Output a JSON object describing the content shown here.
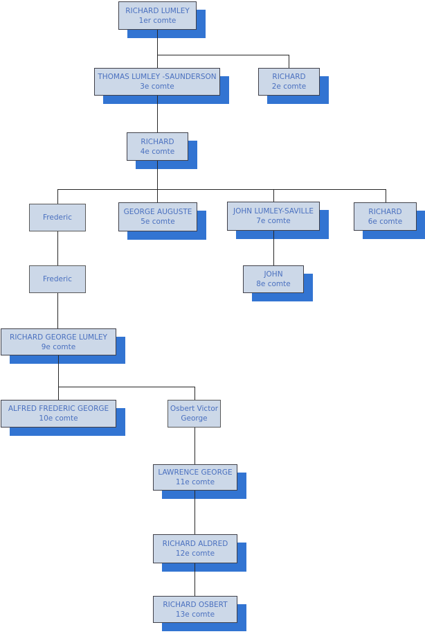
{
  "diagram": {
    "type": "family-tree-org-chart",
    "nodes": [
      {
        "id": "richard-lumley-1er",
        "name": "RICHARD LUMLEY",
        "title": "1er comte",
        "shadow": true
      },
      {
        "id": "thomas-lumley-saunderson-3e",
        "name": "THOMAS LUMLEY -SAUNDERSON",
        "title": "3e comte",
        "shadow": true
      },
      {
        "id": "richard-2e",
        "name": "RICHARD",
        "title": "2e comte",
        "shadow": true
      },
      {
        "id": "richard-4e",
        "name": "RICHARD",
        "title": "4e comte",
        "shadow": true
      },
      {
        "id": "frederic-a",
        "name": "Frederic",
        "title": "",
        "shadow": false
      },
      {
        "id": "george-auguste-5e",
        "name": "GEORGE AUGUSTE",
        "title": "5e comte",
        "shadow": true
      },
      {
        "id": "john-lumley-saville-7e",
        "name": "JOHN LUMLEY-SAVILLE",
        "title": "7e comte",
        "shadow": true
      },
      {
        "id": "richard-6e",
        "name": "RICHARD",
        "title": "6e comte",
        "shadow": true
      },
      {
        "id": "frederic-b",
        "name": "Frederic",
        "title": "",
        "shadow": false
      },
      {
        "id": "john-8e",
        "name": "JOHN",
        "title": "8e comte",
        "shadow": true
      },
      {
        "id": "richard-george-lumley-9e",
        "name": "RICHARD GEORGE LUMLEY",
        "title": "9e comte",
        "shadow": true
      },
      {
        "id": "alfred-frederic-george-10e",
        "name": "ALFRED FREDERIC GEORGE",
        "title": "10e comte",
        "shadow": true
      },
      {
        "id": "osbert-victor-george",
        "name": "Osbert Victor George",
        "title": "",
        "shadow": false
      },
      {
        "id": "lawrence-george-11e",
        "name": "LAWRENCE GEORGE",
        "title": "11e comte",
        "shadow": true
      },
      {
        "id": "richard-aldred-12e",
        "name": "RICHARD ALDRED",
        "title": "12e comte",
        "shadow": true
      },
      {
        "id": "richard-osbert-13e",
        "name": "RICHARD OSBERT",
        "title": "13e comte",
        "shadow": true
      }
    ],
    "edges": [
      {
        "from": "richard-lumley-1er",
        "to": [
          "thomas-lumley-saunderson-3e",
          "richard-2e"
        ]
      },
      {
        "from": "thomas-lumley-saunderson-3e",
        "to": [
          "richard-4e"
        ]
      },
      {
        "from": "richard-4e",
        "to": [
          "frederic-a",
          "george-auguste-5e",
          "john-lumley-saville-7e",
          "richard-6e"
        ]
      },
      {
        "from": "frederic-a",
        "to": [
          "frederic-b"
        ]
      },
      {
        "from": "john-lumley-saville-7e",
        "to": [
          "john-8e"
        ]
      },
      {
        "from": "frederic-b",
        "to": [
          "richard-george-lumley-9e"
        ]
      },
      {
        "from": "richard-george-lumley-9e",
        "to": [
          "alfred-frederic-george-10e",
          "osbert-victor-george"
        ]
      },
      {
        "from": "osbert-victor-george",
        "to": [
          "lawrence-george-11e"
        ]
      },
      {
        "from": "lawrence-george-11e",
        "to": [
          "richard-aldred-12e"
        ]
      },
      {
        "from": "richard-aldred-12e",
        "to": [
          "richard-osbert-13e"
        ]
      }
    ]
  },
  "colors": {
    "box_fill": "#ccd8e8",
    "box_border_shadowed": "#3f3f48",
    "box_border_plain": "#585858",
    "drop_shadow": "#3274d2",
    "text": "#4a70bf",
    "connector": "#262626",
    "background": "#ffffff"
  }
}
